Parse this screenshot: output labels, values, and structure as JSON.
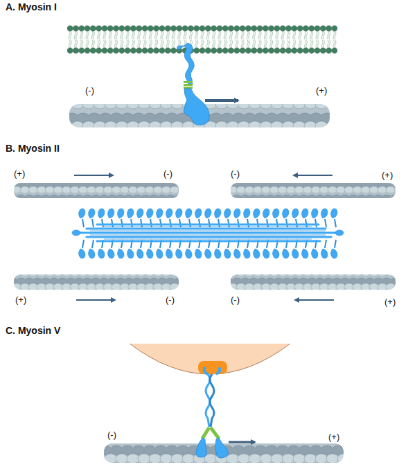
{
  "diagram": {
    "labels": [
      "A. Myosin I",
      "(-)",
      "(+)",
      "B. Myosin II",
      "(+)",
      "(-)",
      "(-)",
      "(+)",
      "(+)",
      "(-)",
      "(-)",
      "(+)",
      "C. Myosin V",
      "(-)",
      "(+)"
    ]
  }
}
